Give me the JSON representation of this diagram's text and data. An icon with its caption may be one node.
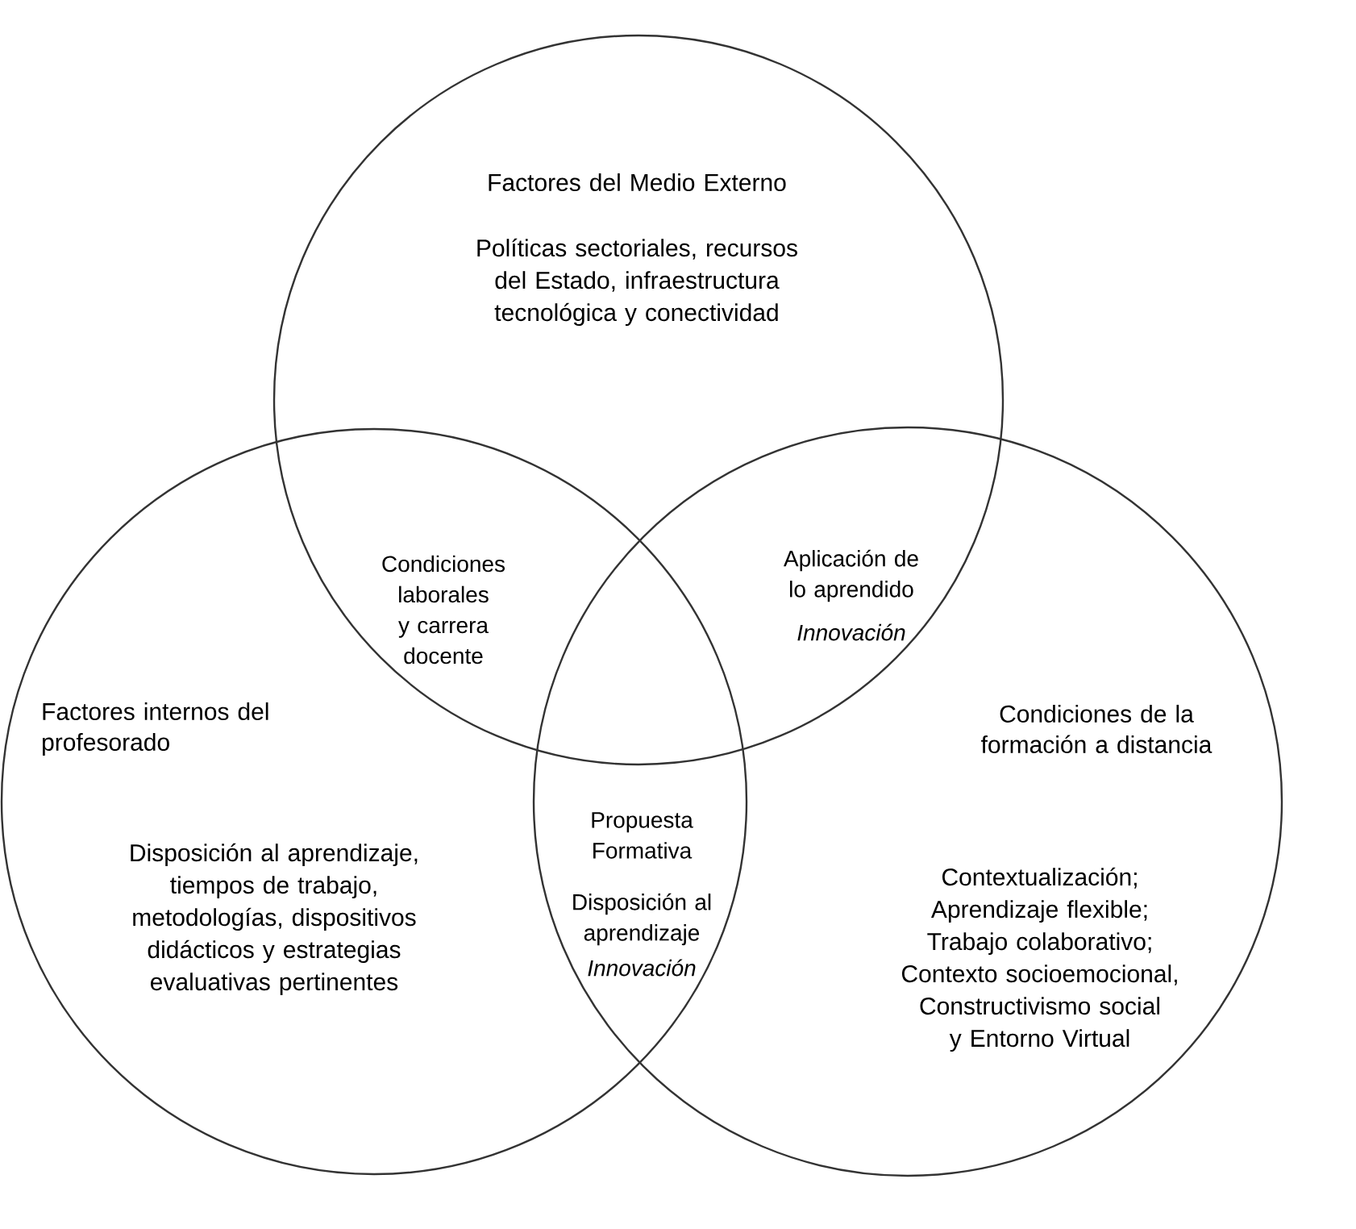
{
  "diagram": {
    "nodes": [
      {
        "text": [
          "Factores del Medio Externo",
          "Políticas sectoriales, recursos del Estado, infraestructura tecnológica y conectividad"
        ]
      },
      {
        "text": [
          "Factores internos del profesorado",
          "Disposición al aprendizaje, tiempos de trabajo, metodologías, dispositivos didácticos y estrategias evaluativas pertinentes"
        ]
      },
      {
        "text": [
          "Condiciones de la formación a distancia",
          "Contextualización; Aprendizaje flexible; Trabajo colaborativo; Contexto socioemocional, Constructivismo social y Entorno Virtual"
        ]
      }
    ],
    "labels": [
      "Condiciones laborales y carrera docente",
      "Aplicación de lo aprendido",
      "Innovación",
      "Propuesta Formativa",
      "Disposición al aprendizaje",
      "Innovación"
    ]
  }
}
